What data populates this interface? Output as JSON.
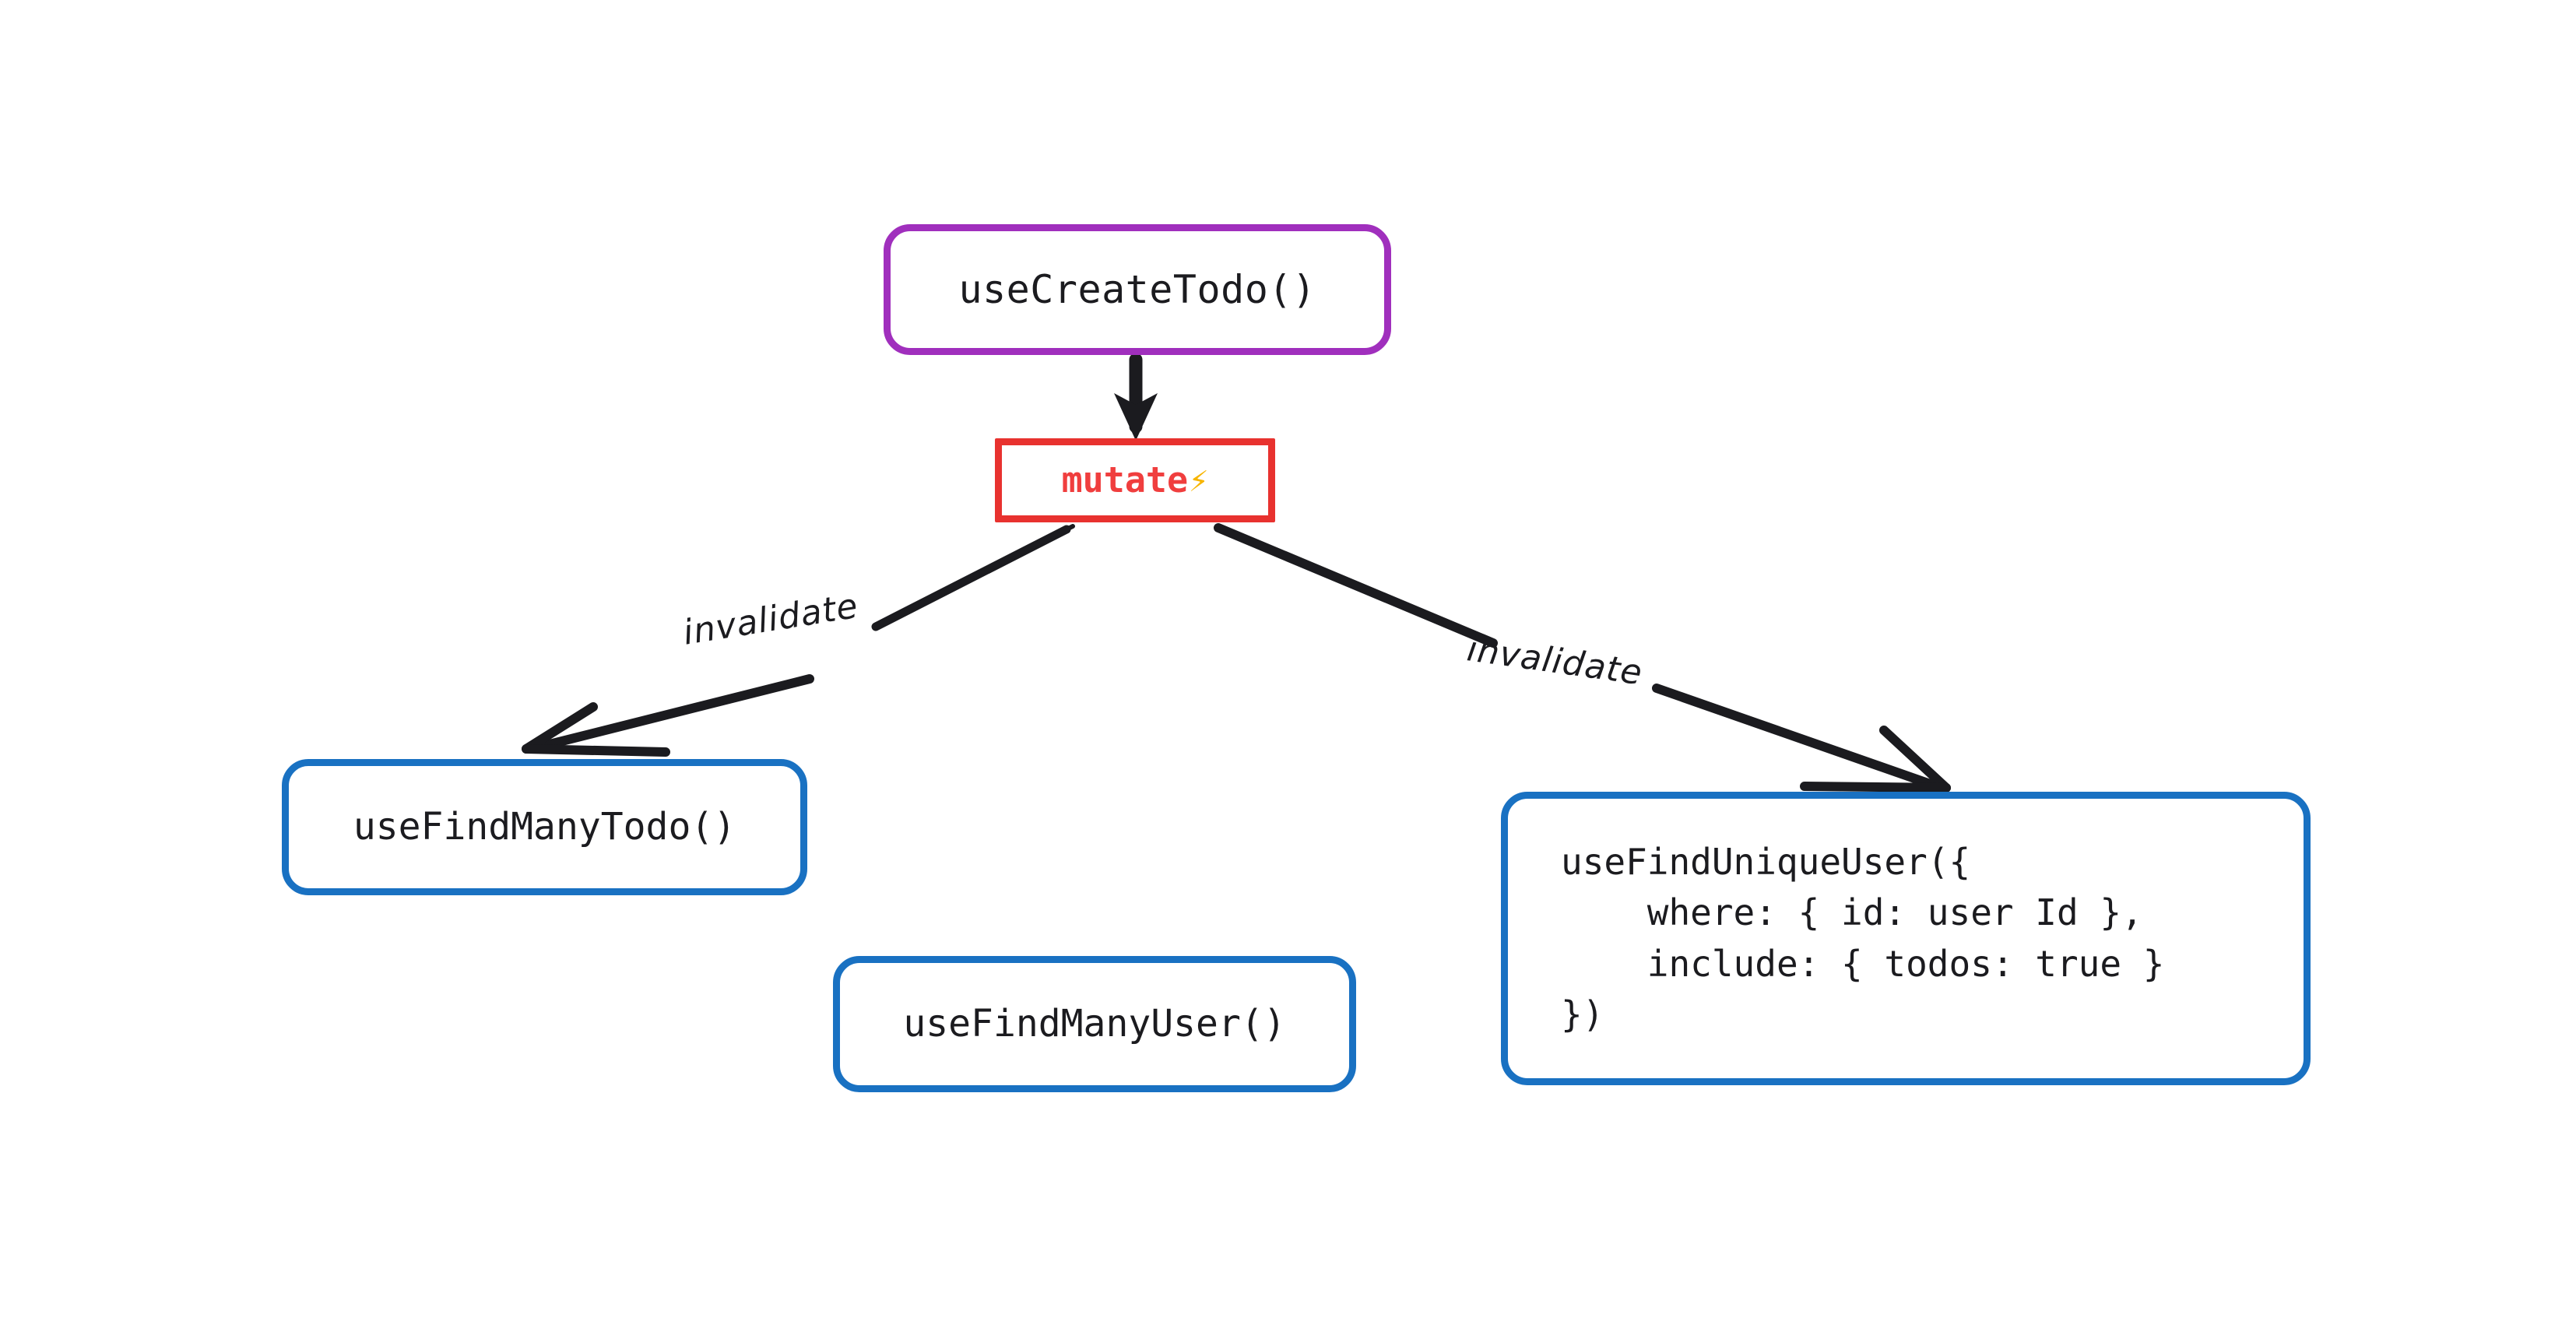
{
  "diagram": {
    "title": "",
    "colors": {
      "mutation_hook_border": "#a02fbd",
      "mutate_border": "#e8322f",
      "mutate_text": "#f03e3e",
      "query_hook_border": "#1971c2",
      "edge": "#1b1b1f",
      "background": "#ffffff",
      "bolt": "#f7b500"
    },
    "nodes": [
      {
        "id": "create-todo",
        "label": "useCreateTodo()",
        "kind": "mutation-hook",
        "border_color": "#a02fbd",
        "shape": "rounded-rect"
      },
      {
        "id": "mutate",
        "label": "mutate",
        "icon": "lightning-bolt-icon",
        "icon_glyph": "⚡",
        "kind": "mutate-action",
        "border_color": "#e8322f",
        "text_color": "#f03e3e",
        "shape": "rect"
      },
      {
        "id": "find-many-todo",
        "label": "useFindManyTodo()",
        "kind": "query-hook",
        "border_color": "#1971c2",
        "shape": "rounded-rect"
      },
      {
        "id": "find-many-user",
        "label": "useFindManyUser()",
        "kind": "query-hook",
        "border_color": "#1971c2",
        "shape": "rounded-rect"
      },
      {
        "id": "find-unique-user",
        "label": "useFindUniqueUser({\n    where: { id: user Id },\n    include: { todos: true }\n})",
        "kind": "query-hook",
        "border_color": "#1971c2",
        "shape": "rounded-rect"
      }
    ],
    "edges": [
      {
        "id": "create-todo-to-mutate",
        "from": "create-todo",
        "to": "mutate",
        "label": "",
        "style": "solid-filled-arrow"
      },
      {
        "id": "mutate-to-find-many-todo",
        "from": "mutate",
        "to": "find-many-todo",
        "label": "invalidate",
        "style": "solid-open-arrow"
      },
      {
        "id": "mutate-to-find-unique-user",
        "from": "mutate",
        "to": "find-unique-user",
        "label": "invalidate",
        "style": "solid-open-arrow"
      }
    ]
  }
}
